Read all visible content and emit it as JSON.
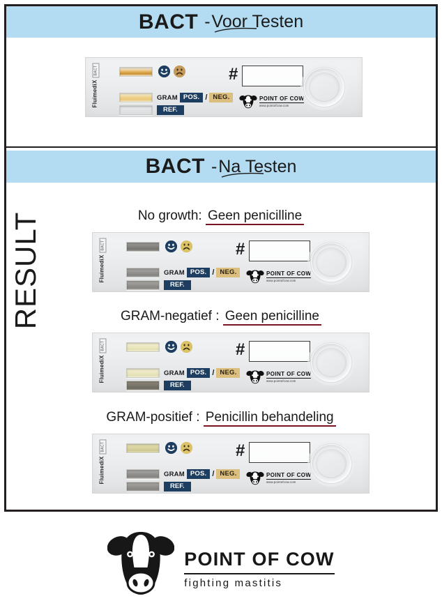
{
  "sections": [
    {
      "id": "before",
      "title": "BACT",
      "subtitle_dash": "-",
      "subtitle": "Voor Testen"
    },
    {
      "id": "after",
      "title": "BACT",
      "subtitle_dash": "-",
      "subtitle": "Na Testen"
    }
  ],
  "result_label": "RESULT",
  "captions": [
    {
      "lead": "No growth:",
      "rx": "Geen penicilline"
    },
    {
      "lead": "GRAM-negatief :",
      "rx": "Geen penicilline"
    },
    {
      "lead": "GRAM-positief :",
      "rx": "Penicillin behandeling"
    }
  ],
  "strip": {
    "brand_name": "FluimediX",
    "brand_code": "BACT",
    "gram_word": "GRAM",
    "tag_pos": "POS.",
    "tag_neg": "NEG.",
    "separator": "/",
    "tag_ref": "REF.",
    "hash": "#",
    "logo_line1": "POINT OF COW",
    "logo_line2": "www.pointofcow.com",
    "icon_happy": "smiley-happy-icon",
    "icon_sad": "smiley-sad-icon"
  },
  "strip_states": [
    {
      "name": "before-test",
      "well_top": "amber",
      "well_gram": "amber2",
      "well_ref": "amber3"
    },
    {
      "name": "no-growth",
      "well_top": "gray",
      "well_gram": "gray2",
      "well_ref": "gray2"
    },
    {
      "name": "gram-negative",
      "well_top": "pale",
      "well_gram": "pale",
      "well_ref": "brown"
    },
    {
      "name": "gram-positive",
      "well_top": "khaki",
      "well_gram": "gray2",
      "well_ref": "gray2"
    }
  ],
  "footer_logo": {
    "line1": "POINT OF COW",
    "line2": "fighting mastitis",
    "icon": "cow-head-icon"
  },
  "colors": {
    "banner": "#b3dcf2",
    "border": "#231f20",
    "tag_pos_bg": "#1d3d61",
    "tag_neg_bg": "#dcbf7e",
    "underline": "#7a1320",
    "happy_face": "#1d3d61",
    "sad_face": "#c39a5a"
  }
}
